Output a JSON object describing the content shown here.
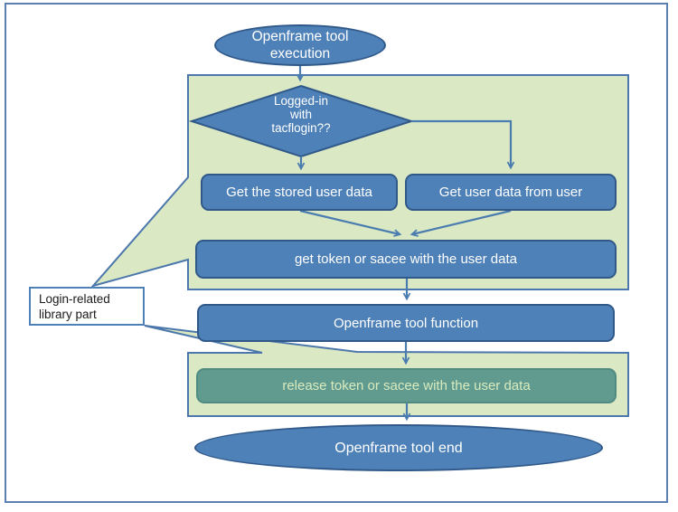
{
  "colors": {
    "page_border": "#5C80B1",
    "container_fill": "#DAE8C3",
    "container_border": "#4C77AC",
    "node_fill": "#4E81B8",
    "node_border": "#30598A",
    "node_text": "#FFFFFF",
    "release_fill": "#619B90",
    "release_border": "#4F8B80",
    "release_text": "#D8EBBE",
    "arrow": "#4A7CB0",
    "label_border": "#4E81B8",
    "label_text": "#1A1A1A"
  },
  "diagram": {
    "start": {
      "lines": [
        "Openframe tool",
        "execution"
      ]
    },
    "decision": {
      "lines": [
        "Logged-in",
        "with",
        "tacflogin??"
      ]
    },
    "get_stored": {
      "label": "Get the stored user data"
    },
    "get_from_user": {
      "label": "Get user data from user"
    },
    "get_token": {
      "label": "get token or sacee with the user data"
    },
    "tool_function": {
      "label": "Openframe tool function"
    },
    "release_token": {
      "label": "release token or sacee with the user data"
    },
    "end": {
      "label": "Openframe tool end"
    },
    "callout_label": {
      "lines": [
        "Login-related",
        "library part"
      ]
    }
  }
}
